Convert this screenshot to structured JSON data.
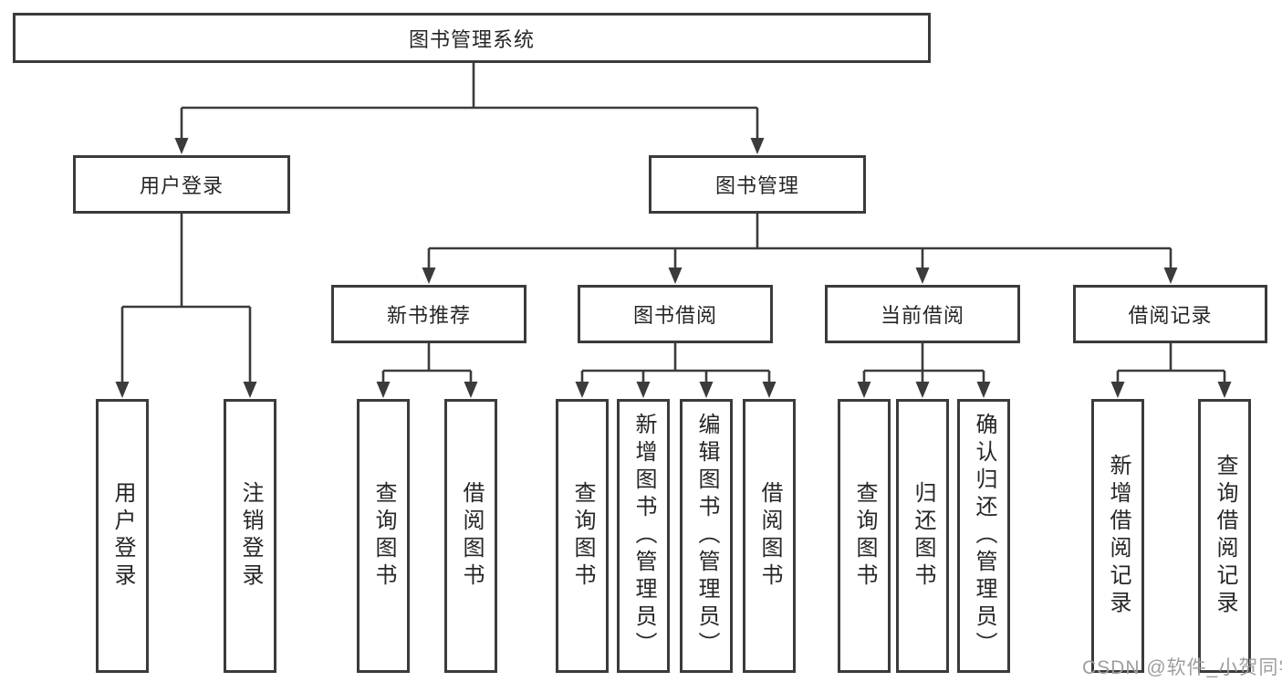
{
  "diagram_title": "图书管理系统",
  "tree": {
    "root": {
      "label": "图书管理系统",
      "children": [
        {
          "label": "用户登录",
          "children": [
            {
              "label": "用户登录"
            },
            {
              "label": "注销登录"
            }
          ]
        },
        {
          "label": "图书管理",
          "children": [
            {
              "label": "新书推荐",
              "children": [
                {
                  "label": "查询图书"
                },
                {
                  "label": "借阅图书"
                }
              ]
            },
            {
              "label": "图书借阅",
              "children": [
                {
                  "label": "查询图书"
                },
                {
                  "label": "新增图书（管理员）"
                },
                {
                  "label": "编辑图书（管理员）"
                },
                {
                  "label": "借阅图书"
                }
              ]
            },
            {
              "label": "当前借阅",
              "children": [
                {
                  "label": "查询图书"
                },
                {
                  "label": "归还图书"
                },
                {
                  "label": "确认归还（管理员）"
                }
              ]
            },
            {
              "label": "借阅记录",
              "children": [
                {
                  "label": "新增借阅记录"
                },
                {
                  "label": "查询借阅记录"
                }
              ]
            }
          ]
        }
      ]
    }
  },
  "watermark": {
    "text": "CSDN @软件_小贺同学"
  },
  "colors": {
    "line": "#3b3b3b",
    "box_border": "#3b3b3b",
    "text": "#262626",
    "background": "#ffffff",
    "watermark": "#9e9e9e"
  }
}
